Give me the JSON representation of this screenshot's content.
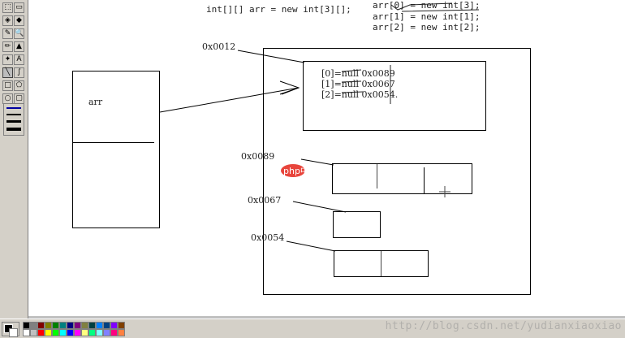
{
  "toolbox": {
    "tools": [
      {
        "name": "free-select-tool",
        "glyph": "⬚"
      },
      {
        "name": "rect-select-tool",
        "glyph": "▭"
      },
      {
        "name": "eraser-tool",
        "glyph": "◈"
      },
      {
        "name": "fill-tool",
        "glyph": "◆"
      },
      {
        "name": "pick-color-tool",
        "glyph": "✎"
      },
      {
        "name": "magnifier-tool",
        "glyph": "🔍"
      },
      {
        "name": "pencil-tool",
        "glyph": "✏"
      },
      {
        "name": "brush-tool",
        "glyph": "▲"
      },
      {
        "name": "airbrush-tool",
        "glyph": "✦"
      },
      {
        "name": "text-tool",
        "glyph": "A"
      },
      {
        "name": "line-tool",
        "glyph": "╲"
      },
      {
        "name": "curve-tool",
        "glyph": "∫"
      },
      {
        "name": "rectangle-tool",
        "glyph": "□"
      },
      {
        "name": "polygon-tool",
        "glyph": "⬠"
      },
      {
        "name": "ellipse-tool",
        "glyph": "○"
      },
      {
        "name": "rounded-rect-tool",
        "glyph": "▢"
      }
    ],
    "active_tool": "line-tool"
  },
  "drawing": {
    "code_declaration": "int[][] arr = new int[3][];",
    "code_lines": [
      "arr[0] = new int[3];",
      "arr[1] = new int[1];",
      "arr[2] = new int[2];"
    ],
    "stack_label": "arr",
    "heap_addr_main": "0x0012",
    "array_slots": [
      "[0]=null 0x0089",
      "[1]=null 0x0067",
      "[2]=null 0x0054."
    ],
    "addr_a": "0x0089",
    "addr_b": "0x0067",
    "addr_c": "0x0054"
  },
  "palette": {
    "colors": [
      "#000000",
      "#808080",
      "#800000",
      "#808000",
      "#008000",
      "#008080",
      "#000080",
      "#800080",
      "#808040",
      "#004040",
      "#0080ff",
      "#004080",
      "#8000ff",
      "#804000",
      "#ffffff",
      "#c0c0c0",
      "#ff0000",
      "#ffff00",
      "#00ff00",
      "#00ffff",
      "#0000ff",
      "#ff00ff",
      "#ffff80",
      "#00ff80",
      "#80ffff",
      "#8080ff",
      "#ff0080",
      "#ff8040"
    ]
  },
  "logo_text": "php中文网",
  "watermark": "http://blog.csdn.net/yudianxiaoxiao"
}
